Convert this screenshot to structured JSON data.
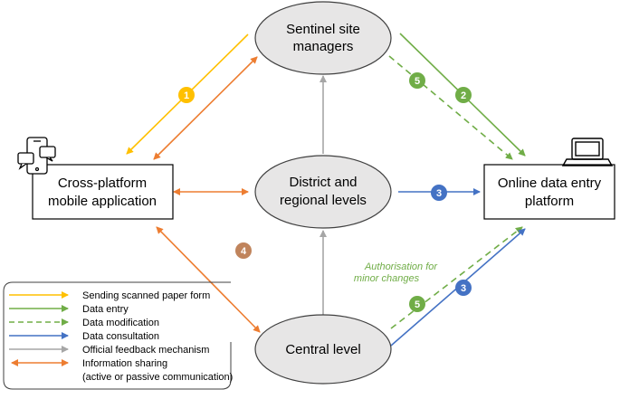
{
  "nodes": {
    "sentinel": {
      "line1": "Sentinel site",
      "line2": "managers"
    },
    "district": {
      "line1": "District and",
      "line2": "regional levels"
    },
    "central": {
      "line1": "Central level"
    },
    "mobile": {
      "line1": "Cross-platform",
      "line2": "mobile application"
    },
    "online": {
      "line1": "Online data entry",
      "line2": "platform"
    }
  },
  "annotation": {
    "line1": "Authorisation for",
    "line2": "minor changes",
    "color": "#70AD47"
  },
  "badges": [
    {
      "id": "badge-1",
      "label": "1",
      "color": "#FFC000"
    },
    {
      "id": "badge-2",
      "label": "2",
      "color": "#70AD47"
    },
    {
      "id": "badge-3a",
      "label": "3",
      "color": "#4472C4"
    },
    {
      "id": "badge-3b",
      "label": "3",
      "color": "#4472C4"
    },
    {
      "id": "badge-4",
      "label": "4",
      "color": "#C0845C"
    },
    {
      "id": "badge-5a",
      "label": "5",
      "color": "#70AD47"
    },
    {
      "id": "badge-5b",
      "label": "5",
      "color": "#70AD47"
    }
  ],
  "legend": {
    "items": [
      {
        "label": "Sending scanned paper form",
        "color": "#FFC000",
        "style": "solid"
      },
      {
        "label": "Data entry",
        "color": "#70AD47",
        "style": "solid"
      },
      {
        "label": "Data modification",
        "color": "#70AD47",
        "style": "dashed"
      },
      {
        "label": "Data consultation",
        "color": "#4472C4",
        "style": "solid"
      },
      {
        "label": "Official feedback mechanism",
        "color": "#A6A6A6",
        "style": "solid"
      },
      {
        "label": "Information sharing",
        "color": "#ED7D31",
        "style": "solid"
      }
    ],
    "extra_line": "(active or passive communication)"
  },
  "icons": {
    "mobile": "phone-chat-icon",
    "online": "laptop-icon"
  }
}
